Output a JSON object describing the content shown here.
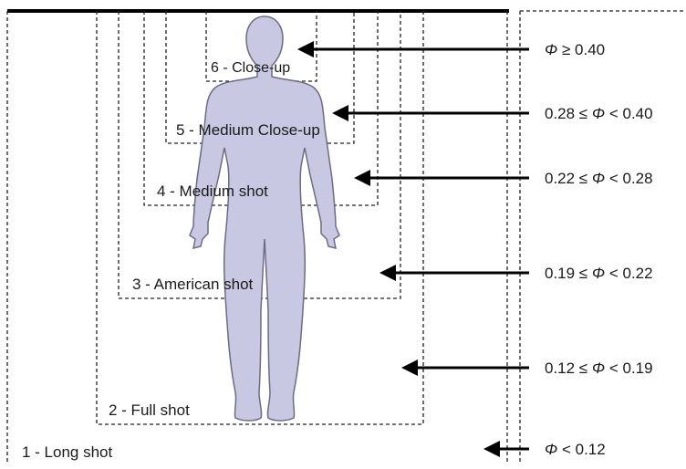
{
  "shots": [
    {
      "label": "1 - Long shot",
      "range": "Φ < 0.12"
    },
    {
      "label": "2 - Full shot",
      "range": "0.12 ≤ Φ < 0.19"
    },
    {
      "label": "3 - American shot",
      "range": "0.19 ≤ Φ < 0.22"
    },
    {
      "label": "4 - Medium shot",
      "range": "0.22 ≤ Φ < 0.28"
    },
    {
      "label": "5 - Medium Close-up",
      "range": "0.28 ≤ Φ < 0.40"
    },
    {
      "label": "6 - Close-up",
      "range": "Φ ≥ 0.40"
    }
  ],
  "colors": {
    "figure_fill": "#c9c8e2",
    "figure_stroke": "#6b6b88",
    "frame_stroke": "#222222",
    "arrow": "#000000"
  }
}
